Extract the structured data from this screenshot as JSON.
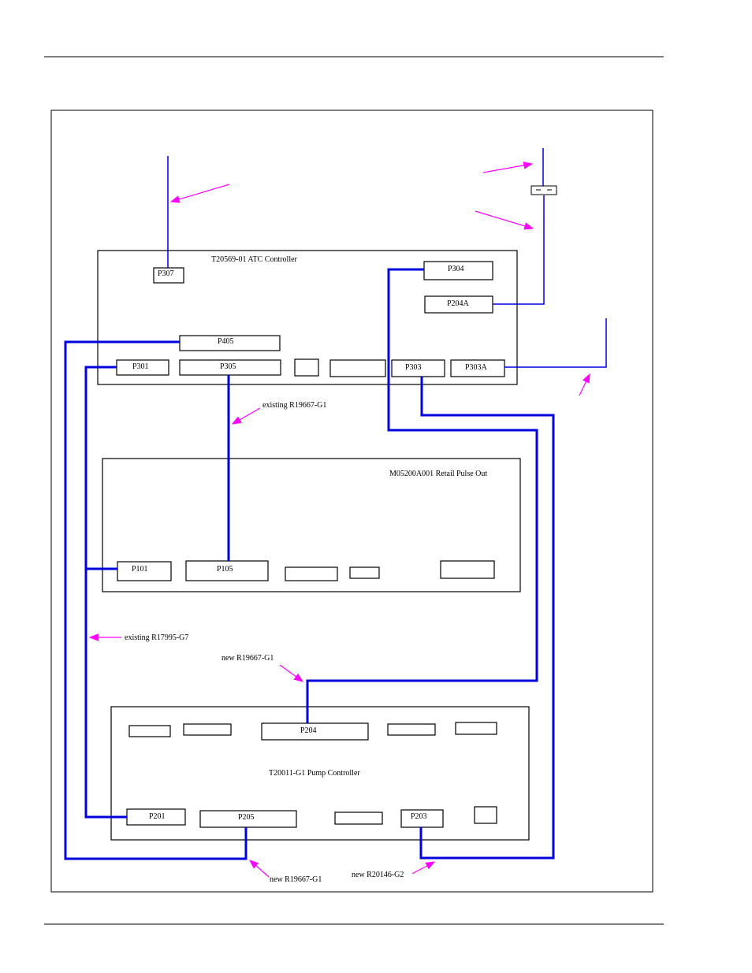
{
  "colors": {
    "wire": "#0000dd",
    "arrow": "#ff00ff",
    "frame": "#000000"
  },
  "boards": {
    "atc": "T20569-01 ATC Controller",
    "pulse": "M05200A001 Retail Pulse Out",
    "pump": "T20011-G1 Pump Controller"
  },
  "connectors": {
    "p307": "P307",
    "p304": "P304",
    "p204a": "P204A",
    "p405": "P405",
    "p301": "P301",
    "p305": "P305",
    "p303": "P303",
    "p303a": "P303A",
    "p101": "P101",
    "p105": "P105",
    "p204": "P204",
    "p201": "P201",
    "p205": "P205",
    "p203": "P203"
  },
  "callouts": {
    "existing_r19667": "existing R19667-G1",
    "existing_r17995": "existing R17995-G7",
    "new_r19667_top": "new R19667-G1",
    "new_r19667_bottom": "new R19667-G1",
    "new_r20146": "new R20146-G2"
  }
}
